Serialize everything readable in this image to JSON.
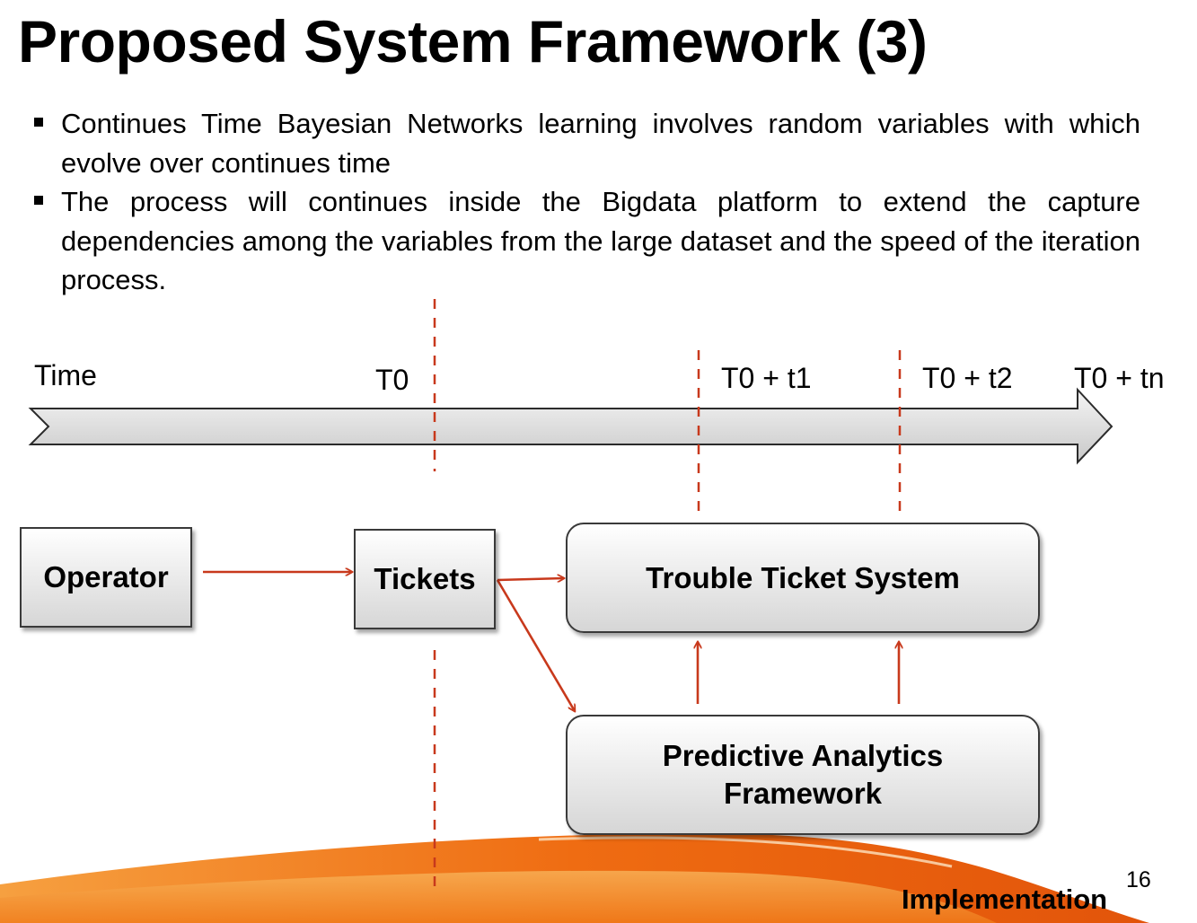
{
  "slide": {
    "title": "Proposed System Framework (3)",
    "bullets": [
      "Continues Time Bayesian Networks learning involves random variables with which evolve over continues time",
      "The process will continues inside the Bigdata platform to extend the capture dependencies among the variables from the large dataset and the speed of the iteration process."
    ],
    "page_number": "16",
    "footer_label": "Implementation"
  },
  "timeline": {
    "axis_label": "Time",
    "markers": [
      "T0",
      "T0 + t1",
      "T0 + t2",
      "T0 + tn"
    ]
  },
  "diagram": {
    "nodes": {
      "operator": "Operator",
      "tickets": "Tickets",
      "trouble_ticket_system": "Trouble Ticket System",
      "predictive_analytics": "Predictive Analytics Framework"
    },
    "edges": [
      {
        "from": "Operator",
        "to": "Tickets"
      },
      {
        "from": "Tickets",
        "to": "Trouble Ticket System"
      },
      {
        "from": "Tickets",
        "to": "Predictive Analytics Framework"
      },
      {
        "from": "Predictive Analytics Framework",
        "to": "Trouble Ticket System"
      },
      {
        "from": "Predictive Analytics Framework",
        "to": "Trouble Ticket System"
      }
    ]
  },
  "colors": {
    "accent": "#c8391c",
    "decor_orange": "#f07b1a",
    "box_border": "#3a3a3a"
  }
}
